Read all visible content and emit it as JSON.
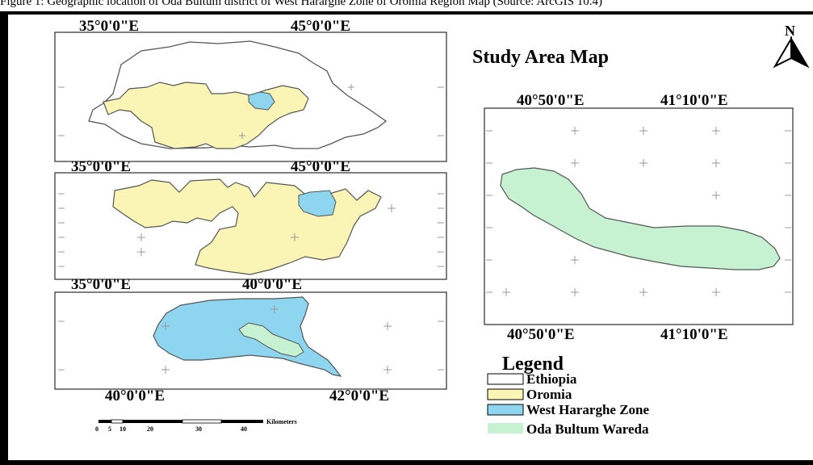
{
  "caption": "Figure 1: Geographic location of Oda Bultum district of West Hararghe Zone of Oromia Region Map (Source: ArcGIS 10.4)",
  "title": "Study Area Map",
  "north_arrow": "N",
  "inset_top": {
    "x_labels": [
      "35°0'0\"E",
      "45°0'0\"E"
    ]
  },
  "inset_mid": {
    "x_labels": [
      "35°0'0\"E",
      "45°0'0\"E"
    ]
  },
  "inset_bot": {
    "top_labels": [
      "35°0'0\"E",
      "40°0'0\"E"
    ],
    "bottom_labels": [
      "40°0'0\"E",
      "42°0'0\"E"
    ]
  },
  "main_map": {
    "top_labels": [
      "40°50'0\"E",
      "41°10'0\"E"
    ],
    "bottom_labels": [
      "40°50'0\"E",
      "41°10'0\"E"
    ]
  },
  "scale_bar": {
    "unit": "Kilometers",
    "ticks": [
      "0",
      "5",
      "10",
      "20",
      "30",
      "40"
    ]
  },
  "legend": {
    "title": "Legend",
    "items": [
      {
        "label": "Ethiopia",
        "color": "#ffffff"
      },
      {
        "label": "Oromia",
        "color": "#fbf5b5"
      },
      {
        "label": "West Hararghe Zone",
        "color": "#8ed5ef"
      },
      {
        "label": "Oda Bultum Wareda",
        "color": "#c6f2d2"
      }
    ]
  },
  "colors": {
    "ethiopia": "#ffffff",
    "oromia": "#fbf5b5",
    "west_hararghe": "#8ed5ef",
    "oda_bultum": "#c6f2d2"
  }
}
